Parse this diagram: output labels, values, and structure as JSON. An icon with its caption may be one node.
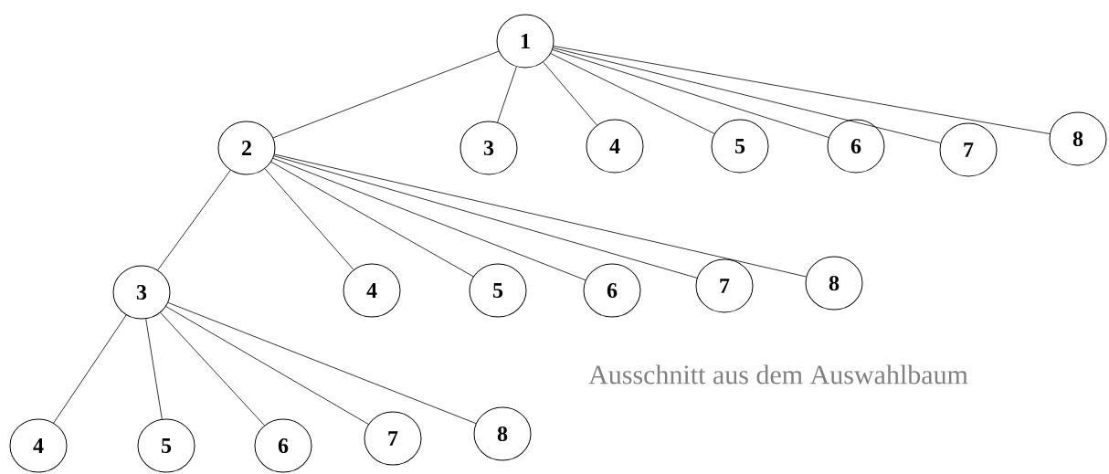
{
  "diagram": {
    "caption": "Ausschnitt aus dem Auswahlbaum",
    "nodes": [
      {
        "text": [
          "1"
        ]
      },
      {
        "text": [
          "2"
        ]
      },
      {
        "text": [
          "3"
        ]
      },
      {
        "text": [
          "4"
        ]
      },
      {
        "text": [
          "5"
        ]
      },
      {
        "text": [
          "6"
        ]
      },
      {
        "text": [
          "7"
        ]
      },
      {
        "text": [
          "8"
        ]
      },
      {
        "text": [
          "3"
        ]
      },
      {
        "text": [
          "4"
        ]
      },
      {
        "text": [
          "5"
        ]
      },
      {
        "text": [
          "6"
        ]
      },
      {
        "text": [
          "7"
        ]
      },
      {
        "text": [
          "8"
        ]
      },
      {
        "text": [
          "4"
        ]
      },
      {
        "text": [
          "5"
        ]
      },
      {
        "text": [
          "6"
        ]
      },
      {
        "text": [
          "7"
        ]
      },
      {
        "text": [
          "8"
        ]
      }
    ],
    "edges": [
      {
        "from": 0,
        "to": 1,
        "arrow": "none"
      },
      {
        "from": 0,
        "to": 2,
        "arrow": "none"
      },
      {
        "from": 0,
        "to": 3,
        "arrow": "none"
      },
      {
        "from": 0,
        "to": 4,
        "arrow": "none"
      },
      {
        "from": 0,
        "to": 5,
        "arrow": "none"
      },
      {
        "from": 0,
        "to": 6,
        "arrow": "none"
      },
      {
        "from": 0,
        "to": 7,
        "arrow": "none"
      },
      {
        "from": 1,
        "to": 8,
        "arrow": "none"
      },
      {
        "from": 1,
        "to": 9,
        "arrow": "none"
      },
      {
        "from": 1,
        "to": 10,
        "arrow": "none"
      },
      {
        "from": 1,
        "to": 11,
        "arrow": "none"
      },
      {
        "from": 1,
        "to": 12,
        "arrow": "none"
      },
      {
        "from": 1,
        "to": 13,
        "arrow": "none"
      },
      {
        "from": 8,
        "to": 14,
        "arrow": "none"
      },
      {
        "from": 8,
        "to": 15,
        "arrow": "none"
      },
      {
        "from": 8,
        "to": 16,
        "arrow": "none"
      },
      {
        "from": 8,
        "to": 17,
        "arrow": "none"
      },
      {
        "from": 8,
        "to": 18,
        "arrow": "none"
      }
    ]
  }
}
